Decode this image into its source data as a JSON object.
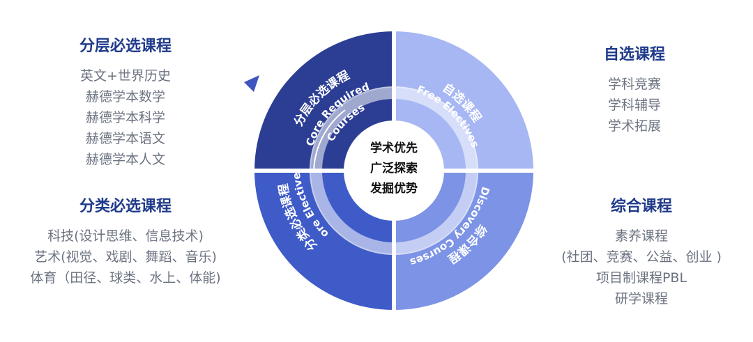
{
  "left_top": {
    "title": "分层必选课程",
    "items": [
      "英文+世界历史",
      "赫德学本数学",
      "赫德学本科学",
      "赫德学本语文",
      "赫德学本人文"
    ]
  },
  "left_bottom": {
    "title": "分类必选课程",
    "items": [
      "科技(设计思维、信息技术)",
      "艺术(视觉、戏剧、舞蹈、音乐)",
      "体育（田径、球类、水上、体能)"
    ]
  },
  "right_top": {
    "title": "自选课程",
    "items": [
      "学科竞赛",
      "学科辅导",
      "学术拓展"
    ]
  },
  "right_bottom": {
    "title": "综合课程",
    "items": [
      "素养课程",
      "(社团、竞赛、公益、创业 )",
      "项目制课程PBL",
      "研学课程"
    ]
  },
  "wheel": {
    "center": [
      "学术优先",
      "广泛探索",
      "发掘优势"
    ],
    "segments": [
      {
        "cn": "分层必选课程",
        "en1": "Core Required",
        "en2": "Courses",
        "color": "#2c3e94"
      },
      {
        "cn": "自选课程",
        "en1": "Free Electives",
        "en2": "",
        "color": "#a6b7f4"
      },
      {
        "cn": "分类必选课程",
        "en1": "Core Electives",
        "en2": "",
        "color": "#3f5bc8"
      },
      {
        "cn": "综合课程",
        "en1": "Discovery Courses",
        "en2": "",
        "color": "#7c93e6"
      }
    ]
  }
}
